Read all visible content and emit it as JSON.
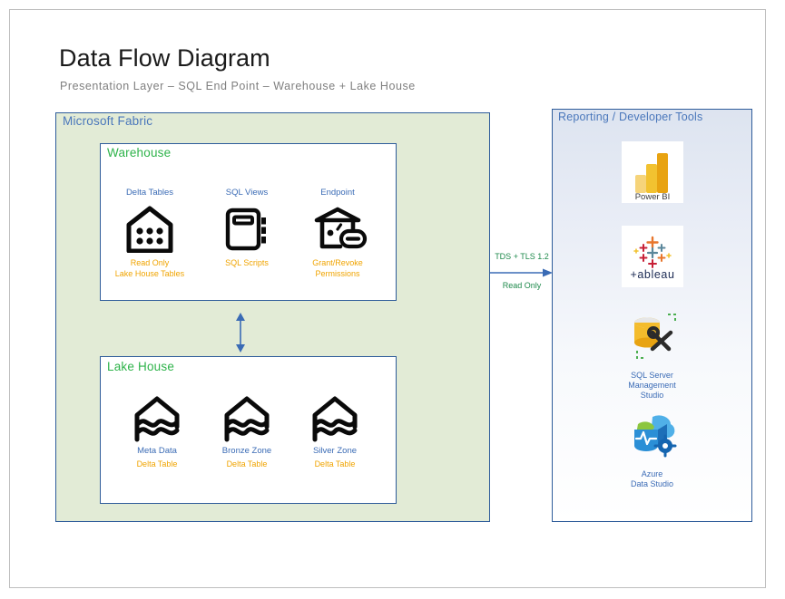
{
  "page": {
    "title": "Data Flow Diagram",
    "subtitle": "Presentation Layer – SQL End Point – Warehouse + Lake House"
  },
  "colors": {
    "panel_border": "#2e5c9a",
    "fabric_bg": "#e2ebd6",
    "tools_bg_top": "#dde4f0",
    "label_blue": "#4a77bb",
    "label_green": "#2eb34a",
    "caption_blue": "#3a6bb5",
    "caption_amber": "#f0a400",
    "connector_green": "#1f8a4c",
    "arrow_blue": "#3a6bb5"
  },
  "fabric": {
    "label": "Microsoft Fabric",
    "warehouse": {
      "label": "Warehouse",
      "items": [
        {
          "title": "Delta Tables",
          "sub": "Read Only\nLake House Tables",
          "icon": "delta-tables-icon"
        },
        {
          "title": "SQL Views",
          "sub": "SQL Scripts",
          "icon": "notebook-icon"
        },
        {
          "title": "Endpoint",
          "sub": "Grant/Revoke\nPermissions",
          "icon": "endpoint-link-icon"
        }
      ]
    },
    "lakehouse": {
      "label": "Lake House",
      "items": [
        {
          "title": "Meta Data",
          "sub": "Delta Table",
          "icon": "lake-house-icon"
        },
        {
          "title": "Bronze Zone",
          "sub": "Delta Table",
          "icon": "lake-house-icon"
        },
        {
          "title": "Silver Zone",
          "sub": "Delta Table",
          "icon": "lake-house-icon"
        }
      ]
    },
    "internal_arrow": "bidirectional-vertical-arrow"
  },
  "connector": {
    "label_top": "TDS + TLS 1.2",
    "label_bottom": "Read Only",
    "direction": "right-arrow"
  },
  "tools": {
    "label": "Reporting / Developer Tools",
    "items": [
      {
        "caption": "",
        "logo_text": "Power BI",
        "icon": "power-bi-icon"
      },
      {
        "caption": "",
        "logo_text": "+ableau",
        "icon": "tableau-icon"
      },
      {
        "caption": "SQL Server\nManagement\nStudio",
        "logo_text": "",
        "icon": "sql-server-management-studio-icon"
      },
      {
        "caption": "Azure\nData Studio",
        "logo_text": "",
        "icon": "azure-data-studio-icon"
      }
    ]
  }
}
